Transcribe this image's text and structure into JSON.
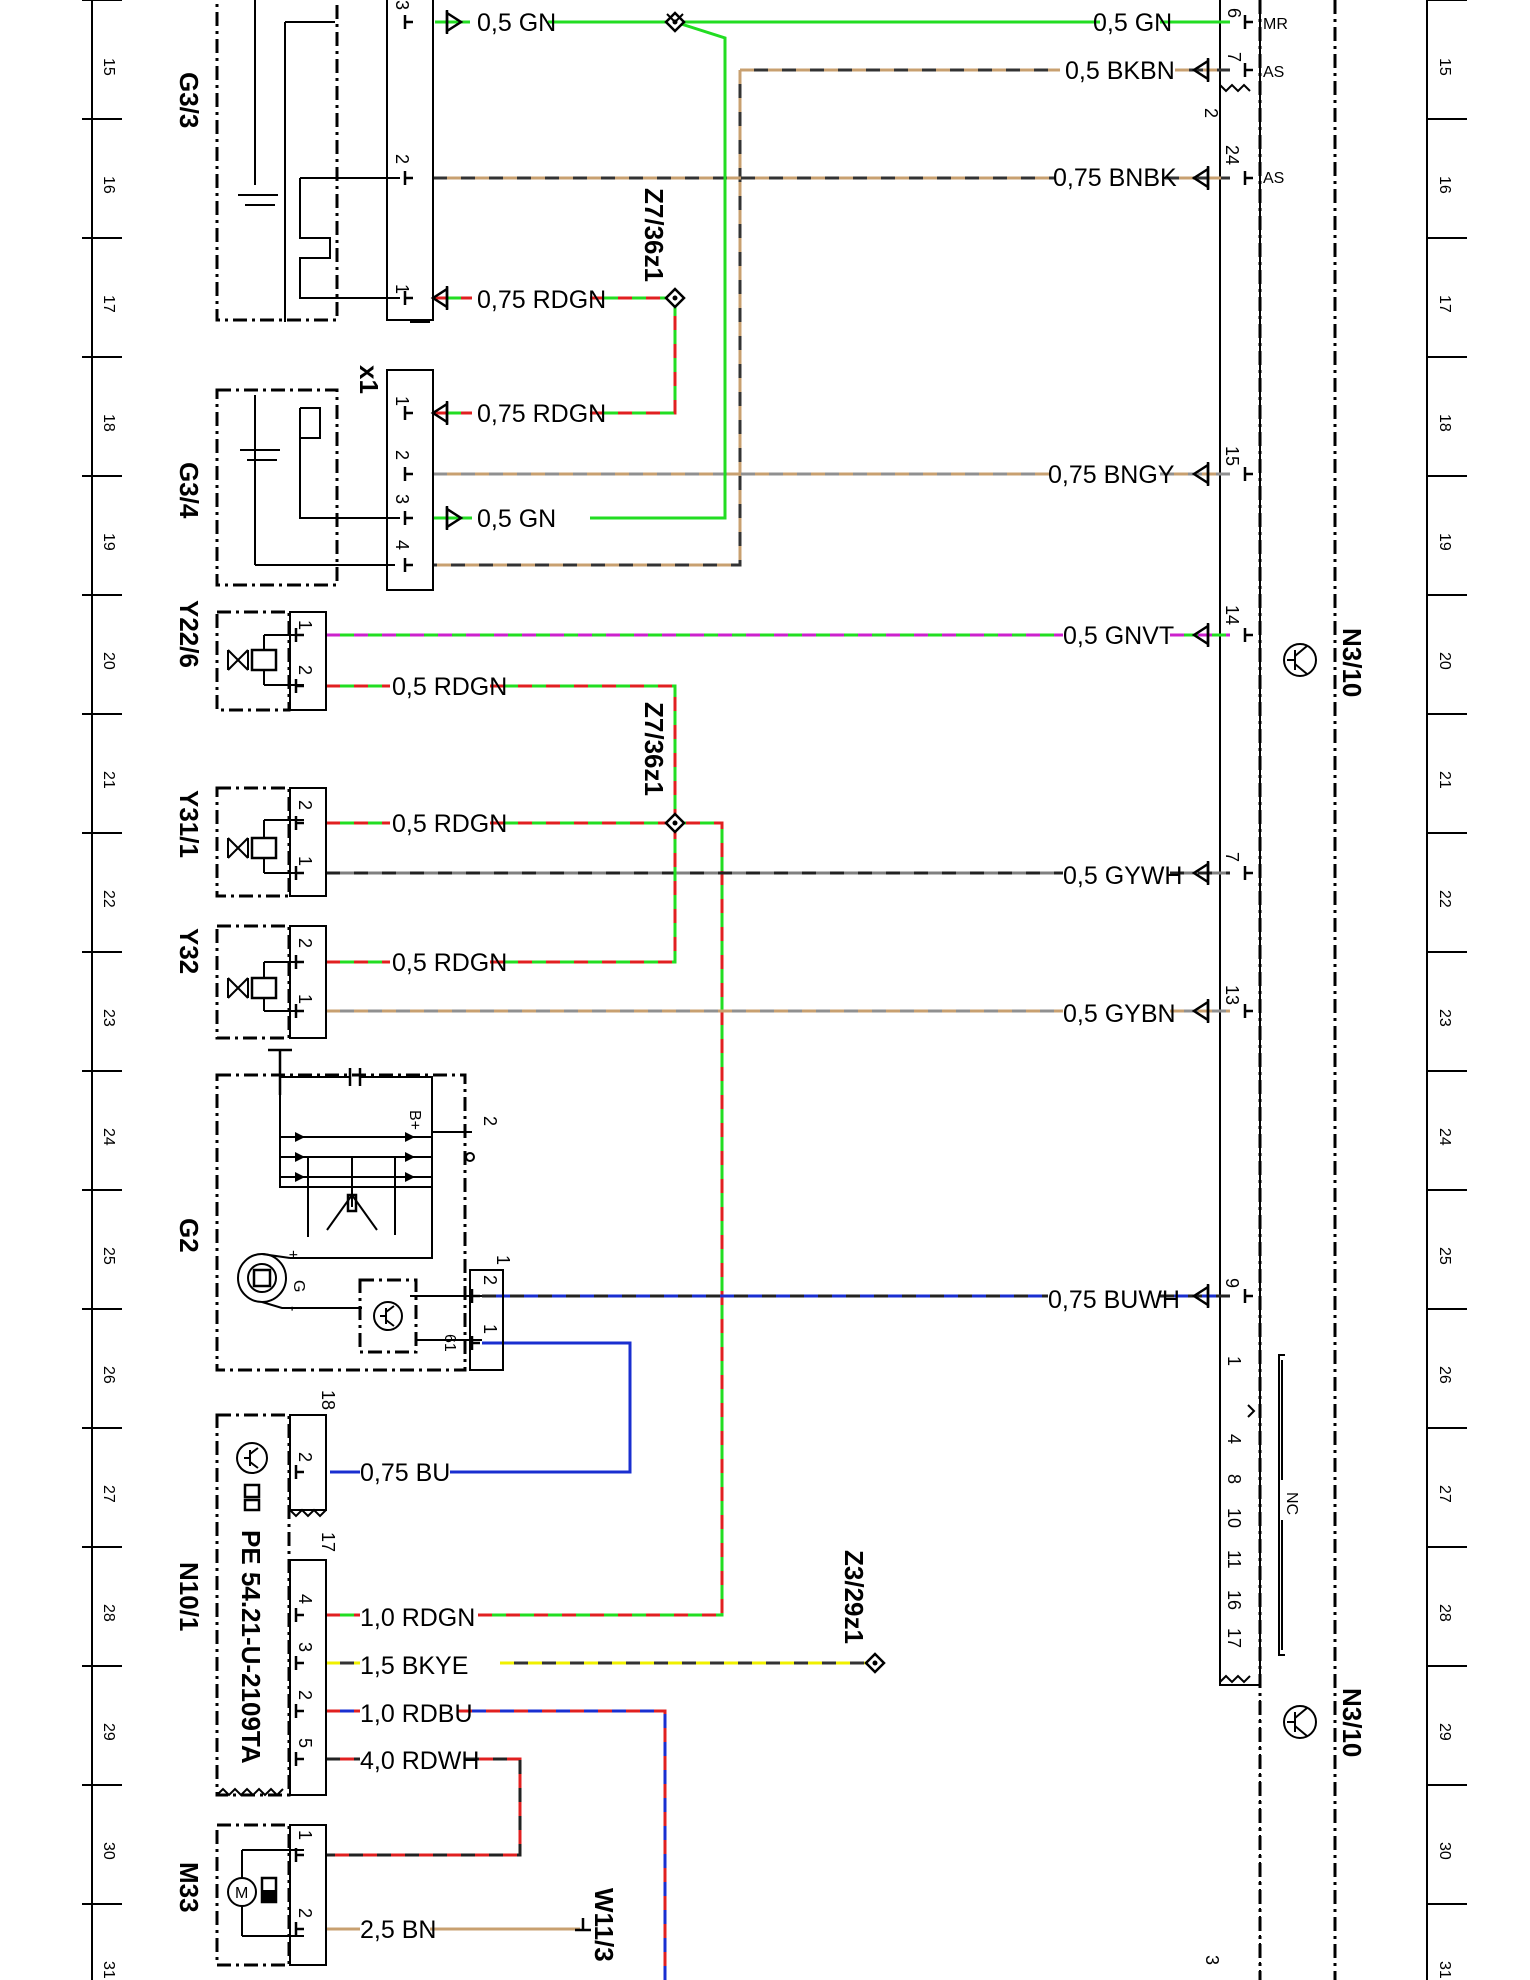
{
  "components": {
    "g3_3": "G3/3",
    "g3_4": "G3/4",
    "y22_6": "Y22/6",
    "y31_1": "Y31/1",
    "y32": "Y32",
    "g2": "G2",
    "n10_1": "N10/1",
    "m33": "M33",
    "n3_10_a": "N3/10",
    "n3_10_b": "N3/10",
    "z7_36z1_a": "Z7/36z1",
    "z7_36z1_b": "Z7/36z1",
    "z3_29z1": "Z3/29z1",
    "w11_3": "W11/3",
    "x1": "x1",
    "pe_code": "PE 54.21-U-2109TA"
  },
  "grid": {
    "left_numbers": [
      "15",
      "16",
      "17",
      "18",
      "19",
      "20",
      "21",
      "22",
      "23",
      "24",
      "25",
      "26",
      "27",
      "28",
      "29",
      "30",
      "31"
    ],
    "right_numbers": [
      "15",
      "16",
      "17",
      "18",
      "19",
      "20",
      "21",
      "22",
      "23",
      "24",
      "25",
      "26",
      "27",
      "28",
      "29",
      "30",
      "31"
    ]
  },
  "wires": [
    {
      "id": "w1",
      "label": "0,5 GN",
      "colors": [
        "#22dd22"
      ]
    },
    {
      "id": "w2",
      "label": "0,5 GN",
      "colors": [
        "#22dd22"
      ]
    },
    {
      "id": "w3",
      "label": "0,5 BKBN",
      "colors": [
        "#333333",
        "#c8a070"
      ]
    },
    {
      "id": "w4",
      "label": "0,75 BNBK",
      "colors": [
        "#c8a070",
        "#333333"
      ]
    },
    {
      "id": "w5",
      "label": "0,75 RDGN",
      "colors": [
        "#22dd22",
        "#e02020"
      ]
    },
    {
      "id": "w6",
      "label": "0,75 RDGN",
      "colors": [
        "#22dd22",
        "#e02020"
      ]
    },
    {
      "id": "w7",
      "label": "0,75 BNGY",
      "colors": [
        "#c8a070",
        "#909090"
      ]
    },
    {
      "id": "w8",
      "label": "0,5 GN",
      "colors": [
        "#22dd22"
      ]
    },
    {
      "id": "w9",
      "label": "0,5 GNVT",
      "colors": [
        "#22dd22",
        "#cc22cc"
      ]
    },
    {
      "id": "w10",
      "label": "0,5 RDGN",
      "colors": [
        "#22dd22",
        "#e02020"
      ]
    },
    {
      "id": "w11",
      "label": "0,5 RDGN",
      "colors": [
        "#22dd22",
        "#e02020"
      ]
    },
    {
      "id": "w12",
      "label": "0,5 GYWH",
      "colors": [
        "#808080",
        "#222222"
      ]
    },
    {
      "id": "w13",
      "label": "0,5 RDGN",
      "colors": [
        "#22dd22",
        "#e02020"
      ]
    },
    {
      "id": "w14",
      "label": "0,5 GYBN",
      "colors": [
        "#909090",
        "#c8a070"
      ]
    },
    {
      "id": "w15",
      "label": "0,75 BUWH",
      "colors": [
        "#1a2fd0",
        "#222222"
      ]
    },
    {
      "id": "w16",
      "label": "0,75 BU",
      "colors": [
        "#1a2fd0"
      ]
    },
    {
      "id": "w17",
      "label": "1,0 RDGN",
      "colors": [
        "#22dd22",
        "#e02020"
      ]
    },
    {
      "id": "w18",
      "label": "1,5 BKYE",
      "colors": [
        "#333333",
        "#f0f000"
      ]
    },
    {
      "id": "w19",
      "label": "1,0 RDBU",
      "colors": [
        "#1a2fd0",
        "#e02020"
      ]
    },
    {
      "id": "w20",
      "label": "4,0 RDWH",
      "colors": [
        "#e02020",
        "#222222"
      ]
    },
    {
      "id": "w21",
      "label": "2,5 BN",
      "colors": [
        "#c8a070"
      ]
    }
  ],
  "pins": {
    "g3_3": [
      "3",
      "2",
      "1"
    ],
    "g3_4": [
      "1",
      "2",
      "3",
      "4"
    ],
    "y22_6": [
      "1",
      "2"
    ],
    "y31_1": [
      "2",
      "1"
    ],
    "y32": [
      "2",
      "1"
    ],
    "g2": [
      "2",
      "61",
      "1",
      "2"
    ],
    "n10_1": [
      "18",
      "2",
      "17",
      "4",
      "3",
      "2",
      "5"
    ],
    "m33": [
      "1",
      "2"
    ],
    "n3_10": [
      "6",
      "7",
      "2",
      "24",
      "15",
      "14",
      "7",
      "13",
      "9",
      "1",
      "4",
      "8",
      "10",
      "11",
      "16",
      "17",
      "3"
    ],
    "n3_10_tags": [
      "MR",
      "AS",
      "AS",
      "NC"
    ],
    "g2_marks": [
      "B+",
      "G",
      "+",
      "-",
      "1",
      "2"
    ]
  }
}
